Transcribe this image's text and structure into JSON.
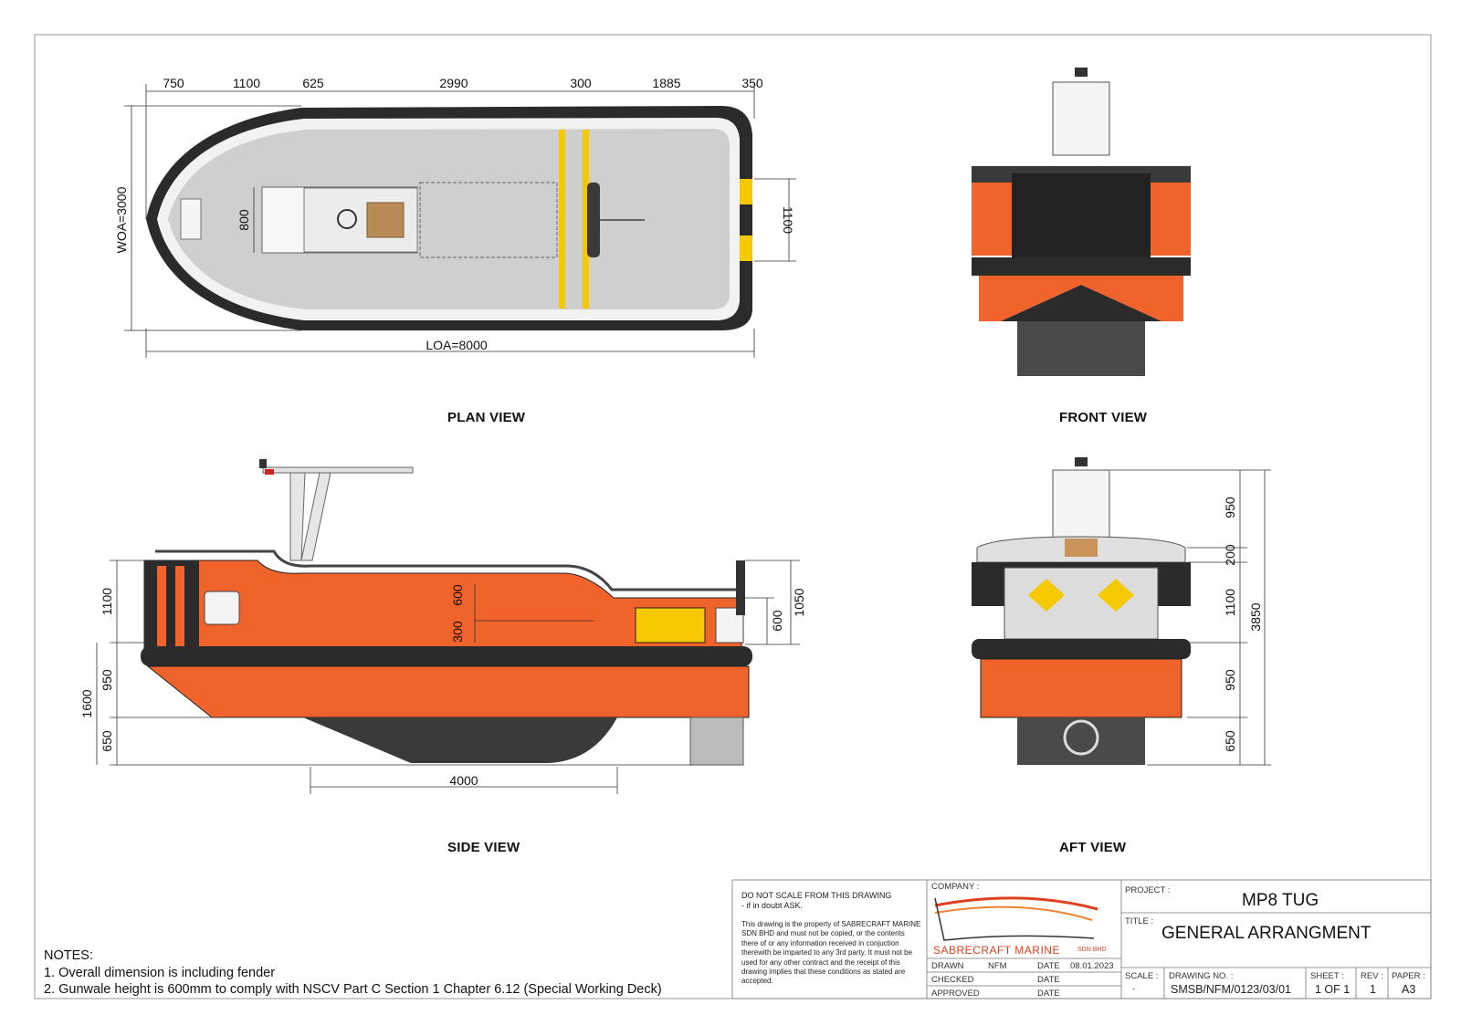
{
  "views": {
    "plan": "PLAN VIEW",
    "front": "FRONT VIEW",
    "side": "SIDE VIEW",
    "aft": "AFT VIEW"
  },
  "plan_dims": {
    "top": [
      "750",
      "1100",
      "625",
      "2990",
      "300",
      "1885",
      "350"
    ],
    "woa": "WOA=3000",
    "loa": "LOA=8000",
    "console_w": "800",
    "stern_w": "1100"
  },
  "side_dims": {
    "h1100": "1100",
    "h950": "950",
    "h1600": "1600",
    "h650": "650",
    "keel": "4000",
    "gun600": "600",
    "gun300": "300",
    "aft600": "600",
    "aft1050": "1050"
  },
  "aft_dims": {
    "d950": "950",
    "d200": "200",
    "d1100": "1100",
    "d950b": "950",
    "d650": "650",
    "d3850": "3850"
  },
  "notes": {
    "heading": "NOTES:",
    "line1": "1. Overall dimension is including fender",
    "line2": "2. Gunwale height is 600mm to comply with NSCV Part C Section 1 Chapter 6.12 (Special Working Deck)"
  },
  "title_block": {
    "do_not_scale": "DO NOT SCALE FROM THIS DRAWING",
    "if_doubt": "- if in doubt ASK.",
    "disclaimer": "This drawing is the property of SABRECRAFT MARINE SDN BHD and must not be copied, or the contents there of or any information received in conjuction therewith be imparted to any 3rd party. It must not be used for any other contract and the receipt of this drawing implies that these conditions as stated are accepted.",
    "company_label": "COMPANY :",
    "company_name": "SABRECRAFT MARINE",
    "company_suffix": "SDN BHD",
    "drawn_label": "DRAWN",
    "drawn_by": "NFM",
    "date_label": "DATE",
    "drawn_date": "08.01.2023",
    "checked_label": "CHECKED",
    "approved_label": "APPROVED",
    "project_label": "PROJECT :",
    "project": "MP8 TUG",
    "title_label": "TITLE :",
    "title": "GENERAL ARRANGMENT",
    "scale_label": "SCALE :",
    "scale": "-",
    "drawing_no_label": "DRAWING NO. :",
    "drawing_no": "SMSB/NFM/0123/03/01",
    "sheet_label": "SHEET :",
    "sheet": "1 OF 1",
    "rev_label": "REV :",
    "rev": "1",
    "paper_label": "PAPER :",
    "paper": "A3"
  },
  "colors": {
    "hull_orange": "#f0632a",
    "fender_black": "#2b2b2b",
    "deck_grey": "#cfcfcf",
    "hazard_yellow": "#f5c800"
  }
}
